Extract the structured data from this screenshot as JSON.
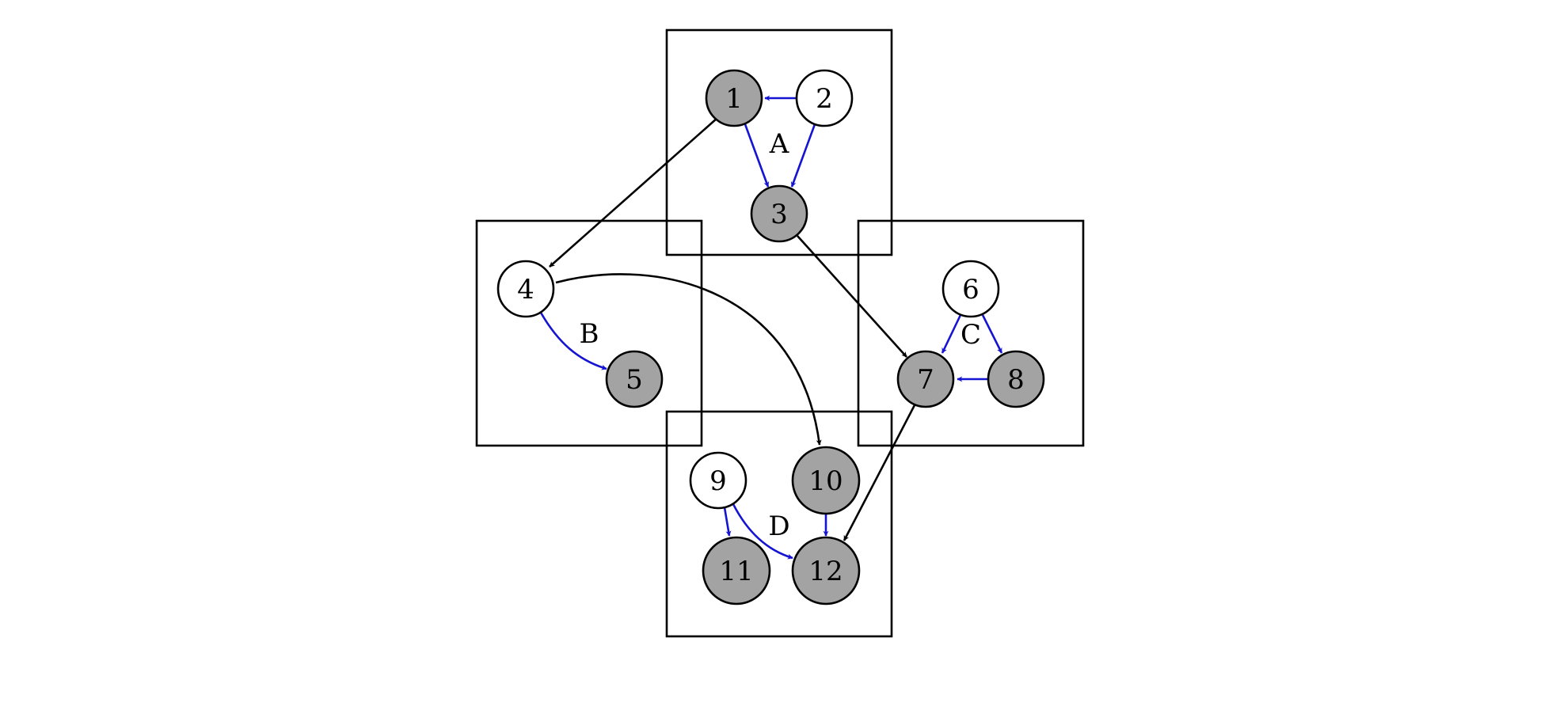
{
  "colors": {
    "inner_edge": "#1414d2",
    "cross_edge": "#000000",
    "filled_node": "#a3a3a3",
    "empty_node": "#ffffff"
  },
  "groups": [
    {
      "id": "A",
      "label": "A"
    },
    {
      "id": "B",
      "label": "B"
    },
    {
      "id": "C",
      "label": "C"
    },
    {
      "id": "D",
      "label": "D"
    }
  ],
  "nodes": [
    {
      "id": "1",
      "label": "1",
      "filled": true
    },
    {
      "id": "2",
      "label": "2",
      "filled": false
    },
    {
      "id": "3",
      "label": "3",
      "filled": true
    },
    {
      "id": "4",
      "label": "4",
      "filled": false
    },
    {
      "id": "5",
      "label": "5",
      "filled": true
    },
    {
      "id": "6",
      "label": "6",
      "filled": false
    },
    {
      "id": "7",
      "label": "7",
      "filled": true
    },
    {
      "id": "8",
      "label": "8",
      "filled": true
    },
    {
      "id": "9",
      "label": "9",
      "filled": false
    },
    {
      "id": "10",
      "label": "10",
      "filled": true
    },
    {
      "id": "11",
      "label": "11",
      "filled": true
    },
    {
      "id": "12",
      "label": "12",
      "filled": true
    }
  ],
  "edges": [
    {
      "from": "2",
      "to": "1",
      "kind": "inner"
    },
    {
      "from": "1",
      "to": "3",
      "kind": "inner"
    },
    {
      "from": "2",
      "to": "3",
      "kind": "inner"
    },
    {
      "from": "4",
      "to": "5",
      "kind": "inner"
    },
    {
      "from": "6",
      "to": "7",
      "kind": "inner"
    },
    {
      "from": "6",
      "to": "8",
      "kind": "inner"
    },
    {
      "from": "8",
      "to": "7",
      "kind": "inner"
    },
    {
      "from": "9",
      "to": "11",
      "kind": "inner"
    },
    {
      "from": "9",
      "to": "12",
      "kind": "inner"
    },
    {
      "from": "10",
      "to": "12",
      "kind": "inner"
    },
    {
      "from": "1",
      "to": "4",
      "kind": "cross"
    },
    {
      "from": "3",
      "to": "7",
      "kind": "cross"
    },
    {
      "from": "4",
      "to": "10",
      "kind": "cross"
    },
    {
      "from": "7",
      "to": "12",
      "kind": "cross"
    }
  ]
}
